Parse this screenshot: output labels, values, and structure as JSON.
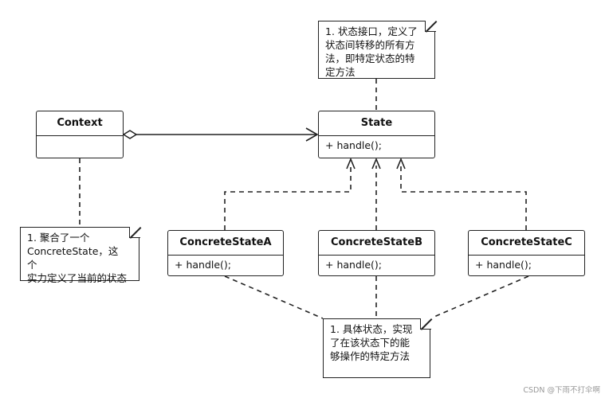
{
  "classes": {
    "context": {
      "name": "Context",
      "operations": []
    },
    "state": {
      "name": "State",
      "operations": [
        "+ handle();"
      ]
    },
    "concrete_a": {
      "name": "ConcreteStateA",
      "operations": [
        "+ handle();"
      ]
    },
    "concrete_b": {
      "name": "ConcreteStateB",
      "operations": [
        "+ handle();"
      ]
    },
    "concrete_c": {
      "name": "ConcreteStateC",
      "operations": [
        "+ handle();"
      ]
    }
  },
  "notes": {
    "state_note": [
      "1. 状态接口，定义了",
      "状态间转移的所有方",
      "法，即特定状态的特",
      "定方法"
    ],
    "context_note": [
      "1. 聚合了一个",
      "ConcreteState，这个",
      "实力定义了当前的状态"
    ],
    "concrete_note": [
      "1. 具体状态，实现",
      "了在该状态下的能",
      "够操作的特定方法"
    ]
  },
  "watermark": "CSDN @下雨不打伞啊"
}
